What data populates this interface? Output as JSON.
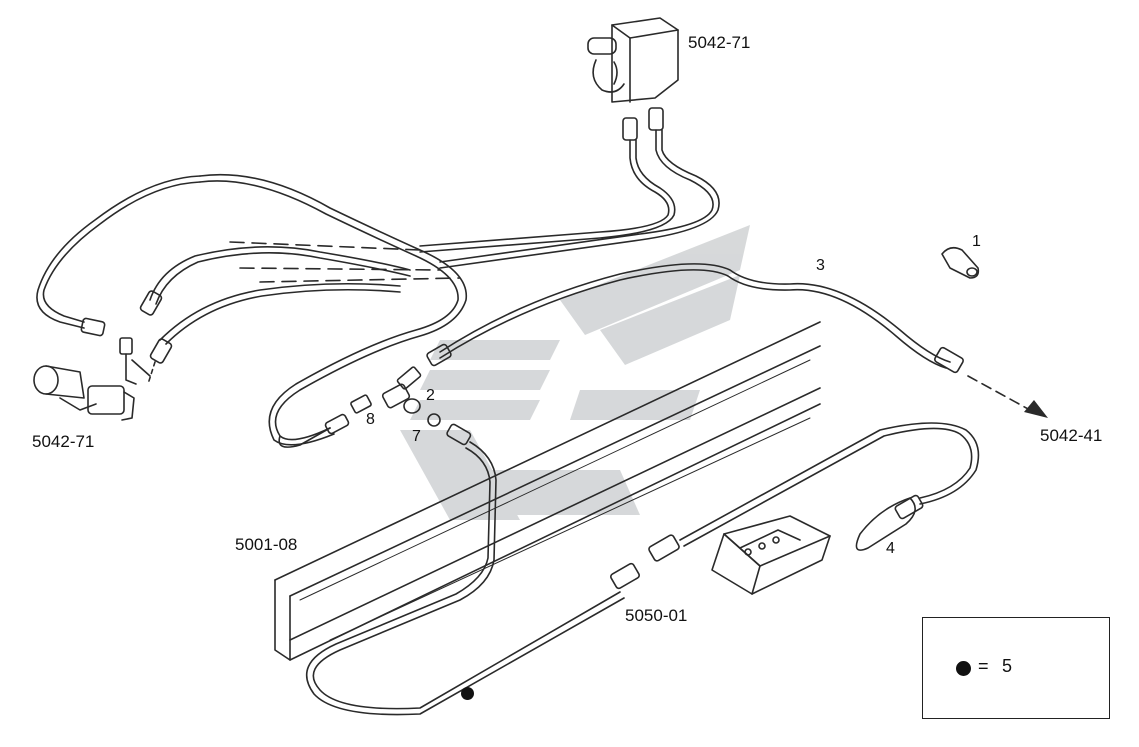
{
  "labels": {
    "ref_top": "5042-71",
    "ref_left": "5042-71",
    "ref_right": "5042-41",
    "ref_frame": "5001-08",
    "ref_sensor": "5050-01",
    "item_1": "1",
    "item_2": "2",
    "item_3": "3",
    "item_4": "4",
    "item_7": "7",
    "item_8": "8"
  },
  "legend": {
    "symbol": "bullet",
    "equals": "=",
    "quantity": "5"
  },
  "colors": {
    "line": "#2a2a2a",
    "watermark": "#c9ccce",
    "background": "#ffffff"
  }
}
